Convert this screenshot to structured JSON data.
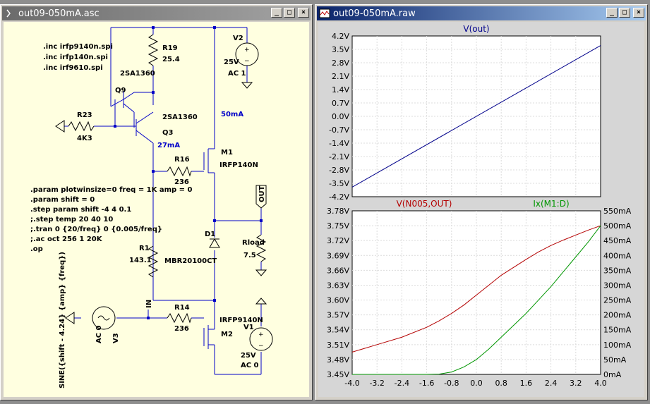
{
  "schematic_window": {
    "title": "out09-050mA.asc",
    "directives": [
      ".inc irfp9140n.spi",
      ".inc irfp140n.spi",
      ".inc irf9610.spi"
    ],
    "params": [
      ".param plotwinsize=0 freq = 1K amp = 0",
      ".param shift = 0",
      ".step param shift -4 4 0.1",
      ";.step temp 20 40 10",
      ";.tran 0 {20/freq} 0 {0.005/freq}",
      ";.ac oct 256 1 20K",
      ".op"
    ],
    "components": {
      "r19_name": "R19",
      "r19_value": "25.4",
      "v2_name": "V2",
      "v2_value": "25V",
      "v2_ac": "AC 1",
      "q9_model": "2SA1360",
      "q9_name": "Q9",
      "q3_model": "2SA1360",
      "q3_name": "Q3",
      "r23_name": "R23",
      "r23_value": "4K3",
      "m1_current": "50mA",
      "q3_current": "27mA",
      "m1_name": "M1",
      "m1_model": "IRFP140N",
      "r16_name": "R16",
      "r16_value": "236",
      "out_label": "OUT",
      "d1_name": "D1",
      "d1_model": "MBR20100CT",
      "rload_name": "Rload",
      "rload_value": "7.5",
      "r1_name": "R1",
      "r1_value": "143.1",
      "in_label": "IN",
      "r14_name": "R14",
      "r14_value": "236",
      "m2_model": "IRFP9140N",
      "m2_name": "M2",
      "v1_name": "V1",
      "v1_value": "25V",
      "v1_ac": "AC 0",
      "v3_name": "V3",
      "v3_ac": "AC 0",
      "v3_sine": "SINE({shift - 4.24} {amp} {freq})"
    }
  },
  "waveform_window": {
    "title": "out09-050mA.raw",
    "buttons": {
      "minimize": "_",
      "maximize": "□",
      "close": "×"
    },
    "colors": {
      "plot_bg": "#ffffff",
      "grid": "#dcdcdc",
      "vout": "#00008b",
      "vn005": "#b40000",
      "ixm1": "#009600",
      "axis_text": "#000000"
    }
  },
  "chart_data": [
    {
      "type": "line",
      "title": "V(out)",
      "x": [
        -4.0,
        4.0
      ],
      "series": [
        {
          "name": "V(out)",
          "values": [
            -3.7,
            3.7
          ]
        }
      ],
      "ylim": [
        -4.2,
        4.2
      ],
      "yticks": [
        "4.2V",
        "3.5V",
        "2.8V",
        "2.1V",
        "1.4V",
        "0.7V",
        "0.0V",
        "-0.7V",
        "-1.4V",
        "-2.1V",
        "-2.8V",
        "-3.5V",
        "-4.2V"
      ],
      "grid": true
    },
    {
      "type": "line",
      "xlim": [
        -4.0,
        4.0
      ],
      "xticks": [
        "-4.0",
        "-3.2",
        "-2.4",
        "-1.6",
        "-0.8",
        "0.0",
        "0.8",
        "1.6",
        "2.4",
        "3.2",
        "4.0"
      ],
      "x": [
        -4.0,
        -3.2,
        -2.4,
        -1.6,
        -1.2,
        -0.8,
        -0.4,
        0.0,
        0.4,
        0.8,
        1.2,
        1.6,
        2.0,
        2.4,
        2.8,
        3.2,
        3.6,
        4.0
      ],
      "series": [
        {
          "name": "V(N005,OUT)",
          "axis": "left",
          "values": [
            3.495,
            3.51,
            3.525,
            3.545,
            3.558,
            3.573,
            3.59,
            3.61,
            3.63,
            3.65,
            3.666,
            3.682,
            3.697,
            3.71,
            3.721,
            3.731,
            3.741,
            3.75
          ]
        },
        {
          "name": "Ix(M1:D)",
          "axis": "right",
          "values": [
            0,
            0,
            0,
            0,
            1,
            8,
            25,
            50,
            85,
            125,
            165,
            205,
            250,
            295,
            345,
            395,
            445,
            500
          ]
        }
      ],
      "ylim_left": [
        3.45,
        3.78
      ],
      "yticks_left": [
        "3.78V",
        "3.75V",
        "3.72V",
        "3.69V",
        "3.66V",
        "3.63V",
        "3.60V",
        "3.57V",
        "3.54V",
        "3.51V",
        "3.48V",
        "3.45V"
      ],
      "ylim_right": [
        0,
        550
      ],
      "yticks_right": [
        "550mA",
        "500mA",
        "450mA",
        "400mA",
        "350mA",
        "300mA",
        "250mA",
        "200mA",
        "150mA",
        "100mA",
        "50mA",
        "0mA"
      ],
      "grid": true
    }
  ]
}
